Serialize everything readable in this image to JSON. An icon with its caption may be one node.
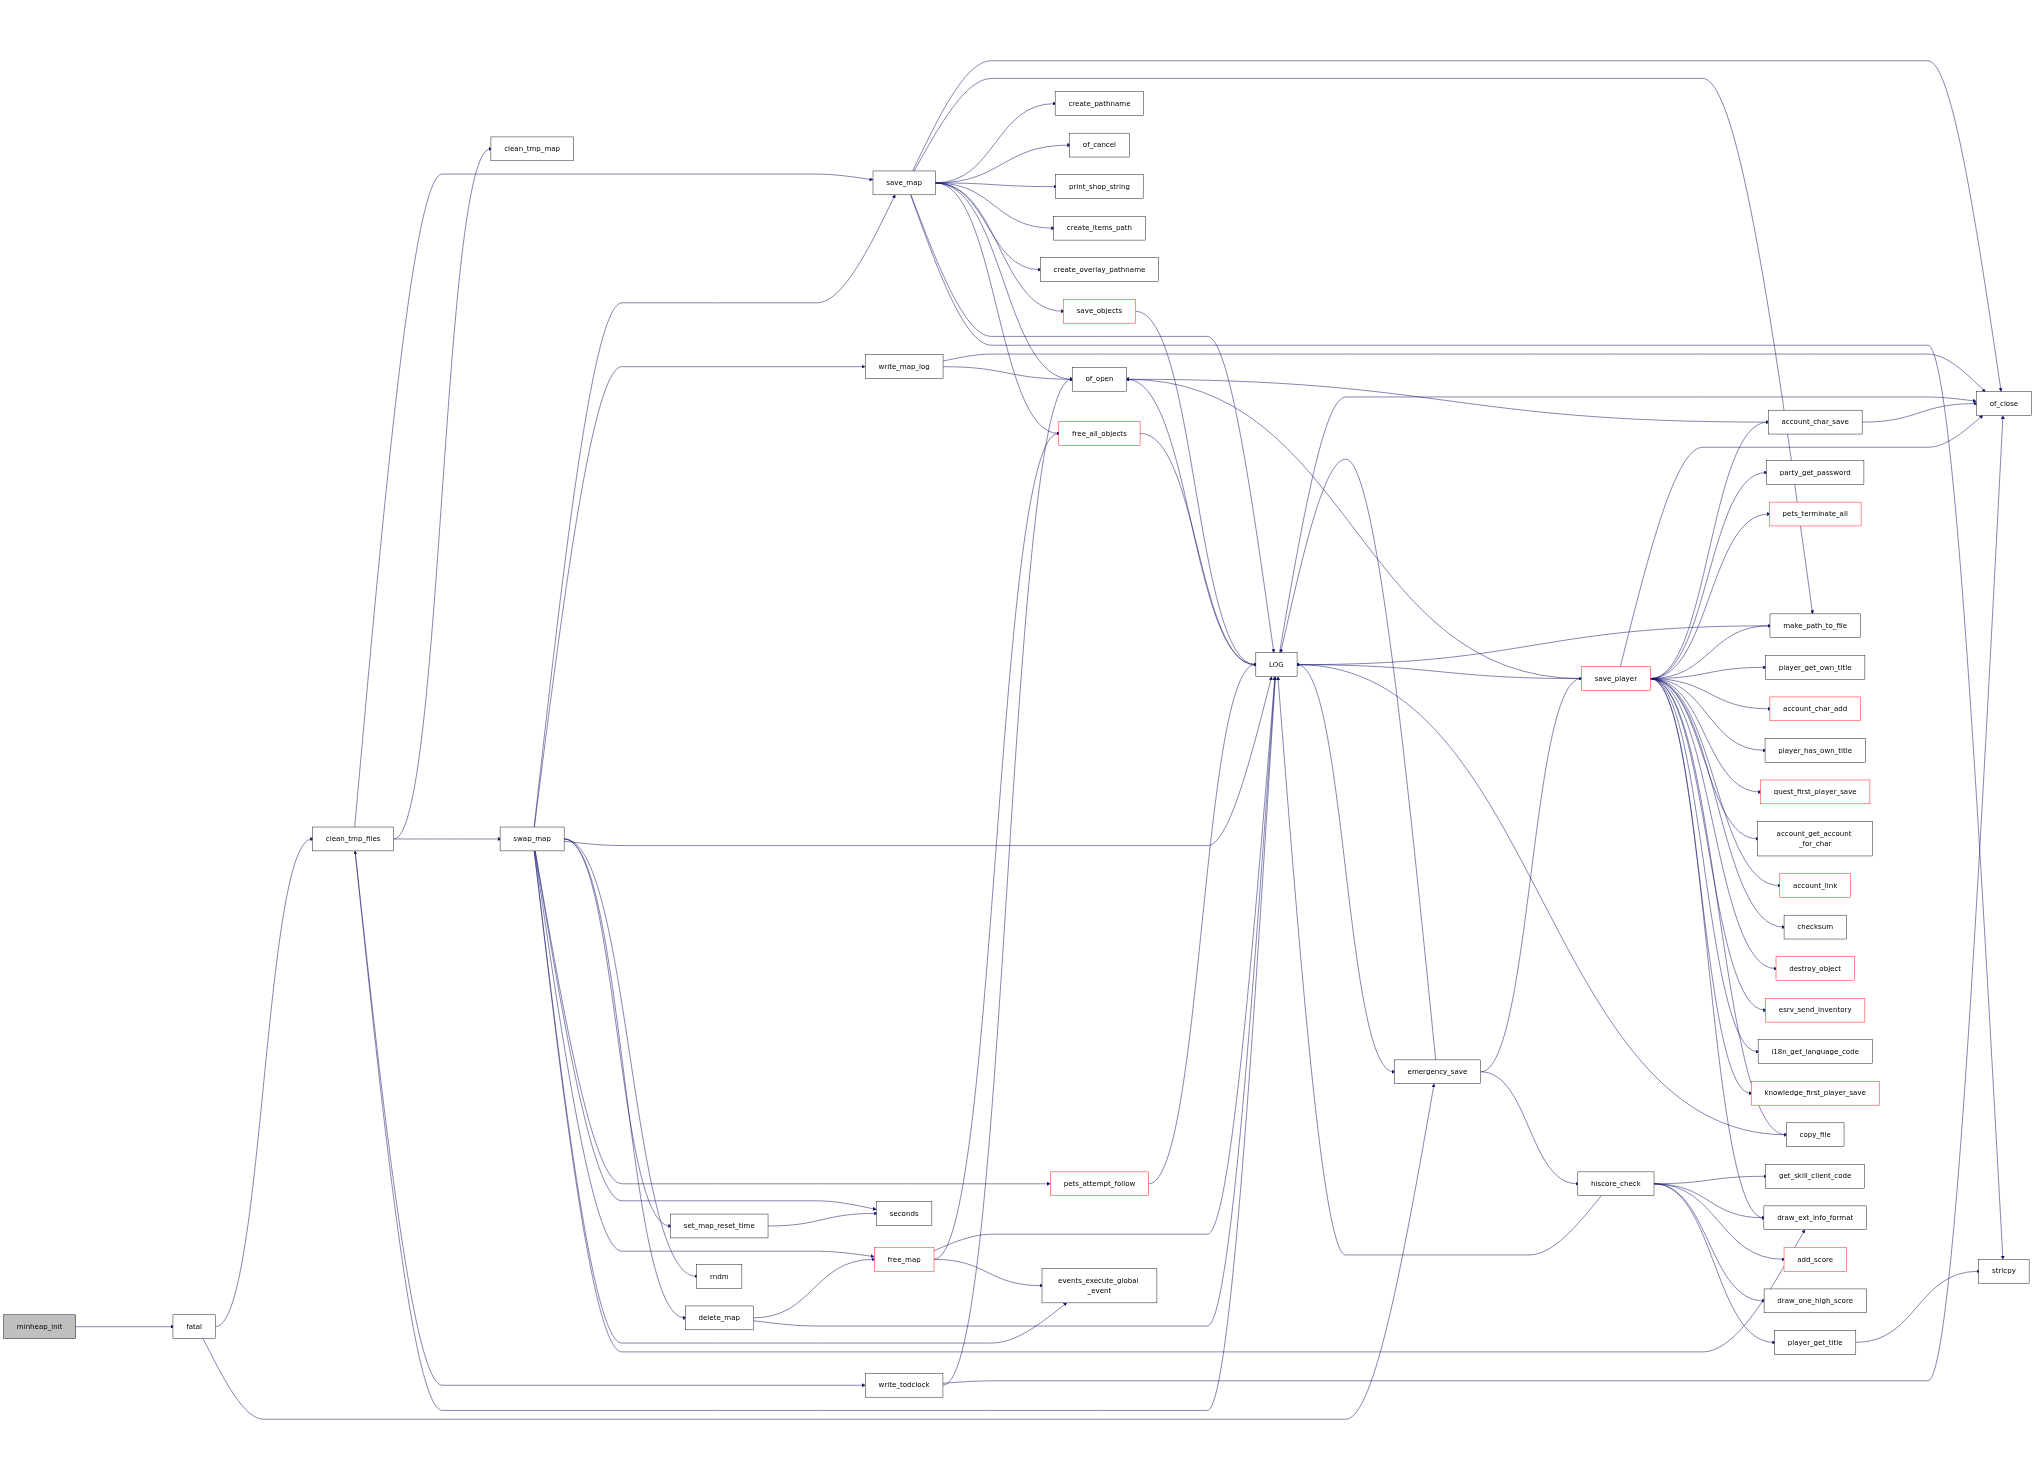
{
  "diagram": {
    "nodes": [
      {
        "text": [
          "minheap_init"
        ]
      },
      {
        "text": [
          "fatal"
        ]
      },
      {
        "text": [
          "clean_tmp_files"
        ]
      },
      {
        "text": [
          "clean_tmp_map"
        ]
      },
      {
        "text": [
          "swap_map"
        ]
      },
      {
        "text": [
          "save_map"
        ]
      },
      {
        "text": [
          "set_map_reset_time"
        ]
      },
      {
        "text": [
          "rndm"
        ]
      },
      {
        "text": [
          "delete_map"
        ]
      },
      {
        "text": [
          "pets_attempt_follow"
        ]
      },
      {
        "text": [
          "seconds"
        ]
      },
      {
        "text": [
          "free_map"
        ]
      },
      {
        "text": [
          "create_pathname"
        ]
      },
      {
        "text": [
          "of_cancel"
        ]
      },
      {
        "text": [
          "print_shop_string"
        ]
      },
      {
        "text": [
          "create_items_path"
        ]
      },
      {
        "text": [
          "create_overlay_pathname"
        ]
      },
      {
        "text": [
          "save_objects"
        ]
      },
      {
        "text": [
          "free_all_objects"
        ]
      },
      {
        "text": [
          "events_execute_global _event"
        ]
      },
      {
        "text": [
          "LOG"
        ]
      },
      {
        "text": [
          "emergency_save"
        ]
      },
      {
        "text": [
          "hiscore_check"
        ]
      },
      {
        "text": [
          "write_todclock"
        ]
      },
      {
        "text": [
          "write_map_log"
        ]
      },
      {
        "text": [
          "make_path_to_file"
        ]
      },
      {
        "text": [
          "save_player"
        ]
      },
      {
        "text": [
          "account_char_save"
        ]
      },
      {
        "text": [
          "party_get_password"
        ]
      },
      {
        "text": [
          "pets_terminate_all"
        ]
      },
      {
        "text": [
          "player_get_own_title"
        ]
      },
      {
        "text": [
          "account_char_add"
        ]
      },
      {
        "text": [
          "player_has_own_title"
        ]
      },
      {
        "text": [
          "quest_first_player_save"
        ]
      },
      {
        "text": [
          "account_get_account _for_char"
        ]
      },
      {
        "text": [
          "account_link"
        ]
      },
      {
        "text": [
          "checksum"
        ]
      },
      {
        "text": [
          "destroy_object"
        ]
      },
      {
        "text": [
          "esrv_send_inventory"
        ]
      },
      {
        "text": [
          "i18n_get_language_code"
        ]
      },
      {
        "text": [
          "knowledge_first_player_save"
        ]
      },
      {
        "text": [
          "copy_file"
        ]
      },
      {
        "text": [
          "draw_ext_info_format"
        ]
      },
      {
        "text": [
          "get_skill_client_code"
        ]
      },
      {
        "text": [
          "add_score"
        ]
      },
      {
        "text": [
          "draw_one_high_score"
        ]
      },
      {
        "text": [
          "player_get_title"
        ]
      },
      {
        "text": [
          "of_close"
        ]
      },
      {
        "text": [
          "of_open"
        ]
      },
      {
        "text": [
          "strlcpy"
        ]
      }
    ],
    "edges": [
      {
        "from": 0,
        "to": 1,
        "arrow": "to"
      },
      {
        "from": 1,
        "to": 2,
        "arrow": "to"
      },
      {
        "from": 1,
        "to": 21,
        "arrow": "to"
      },
      {
        "from": 2,
        "to": 3,
        "arrow": "to"
      },
      {
        "from": 2,
        "to": 5,
        "arrow": "to"
      },
      {
        "from": 2,
        "to": 4,
        "arrow": "to"
      },
      {
        "from": 2,
        "to": 23,
        "arrow": "to"
      },
      {
        "from": 4,
        "to": 5,
        "arrow": "to"
      },
      {
        "from": 4,
        "to": 24,
        "arrow": "to"
      },
      {
        "from": 4,
        "to": 20,
        "arrow": "to"
      },
      {
        "from": 4,
        "to": 9,
        "arrow": "to"
      },
      {
        "from": 4,
        "to": 10,
        "arrow": "to"
      },
      {
        "from": 4,
        "to": 6,
        "arrow": "to"
      },
      {
        "from": 4,
        "to": 11,
        "arrow": "to"
      },
      {
        "from": 4,
        "to": 7,
        "arrow": "to"
      },
      {
        "from": 4,
        "to": 8,
        "arrow": "to"
      },
      {
        "from": 4,
        "to": 19,
        "arrow": "to"
      },
      {
        "from": 4,
        "to": 42,
        "arrow": "to"
      },
      {
        "from": 5,
        "to": 47,
        "arrow": "to"
      },
      {
        "from": 5,
        "to": 48,
        "arrow": "to"
      },
      {
        "from": 5,
        "to": 25,
        "arrow": "to"
      },
      {
        "from": 5,
        "to": 12,
        "arrow": "to"
      },
      {
        "from": 5,
        "to": 13,
        "arrow": "to"
      },
      {
        "from": 5,
        "to": 14,
        "arrow": "to"
      },
      {
        "from": 5,
        "to": 15,
        "arrow": "to"
      },
      {
        "from": 5,
        "to": 16,
        "arrow": "to"
      },
      {
        "from": 5,
        "to": 17,
        "arrow": "to"
      },
      {
        "from": 5,
        "to": 18,
        "arrow": "to"
      },
      {
        "from": 5,
        "to": 20,
        "arrow": "to"
      },
      {
        "from": 5,
        "to": 49,
        "arrow": "to"
      },
      {
        "from": 6,
        "to": 10,
        "arrow": "to"
      },
      {
        "from": 8,
        "to": 11,
        "arrow": "to"
      },
      {
        "from": 8,
        "to": 20,
        "arrow": "to"
      },
      {
        "from": 9,
        "to": 20,
        "arrow": "to"
      },
      {
        "from": 11,
        "to": 18,
        "arrow": "to"
      },
      {
        "from": 11,
        "to": 20,
        "arrow": "to"
      },
      {
        "from": 11,
        "to": 19,
        "arrow": "to"
      },
      {
        "from": 17,
        "to": 20,
        "arrow": "to"
      },
      {
        "from": 18,
        "to": 20,
        "arrow": "to"
      },
      {
        "from": 20,
        "to": 2,
        "arrow": "to"
      },
      {
        "from": 20,
        "to": 47,
        "arrow": "to"
      },
      {
        "from": 20,
        "to": 21,
        "arrow": "to"
      },
      {
        "from": 21,
        "to": 20,
        "arrow": "to"
      },
      {
        "from": 21,
        "to": 26,
        "arrow": "to"
      },
      {
        "from": 21,
        "to": 22,
        "arrow": "to"
      },
      {
        "from": 22,
        "to": 20,
        "arrow": "to"
      },
      {
        "from": 22,
        "to": 42,
        "arrow": "to"
      },
      {
        "from": 22,
        "to": 43,
        "arrow": "to"
      },
      {
        "from": 22,
        "to": 44,
        "arrow": "to"
      },
      {
        "from": 22,
        "to": 45,
        "arrow": "to"
      },
      {
        "from": 22,
        "to": 46,
        "arrow": "to"
      },
      {
        "from": 23,
        "to": 47,
        "arrow": "to"
      },
      {
        "from": 23,
        "to": 48,
        "arrow": "to"
      },
      {
        "from": 24,
        "to": 47,
        "arrow": "to"
      },
      {
        "from": 24,
        "to": 48,
        "arrow": "to"
      },
      {
        "from": 25,
        "to": 20,
        "arrow": "to"
      },
      {
        "from": 26,
        "to": 20,
        "arrow": "to"
      },
      {
        "from": 26,
        "to": 25,
        "arrow": "to"
      },
      {
        "from": 26,
        "to": 47,
        "arrow": "to"
      },
      {
        "from": 26,
        "to": 48,
        "arrow": "to"
      },
      {
        "from": 26,
        "to": 27,
        "arrow": "to"
      },
      {
        "from": 26,
        "to": 28,
        "arrow": "to"
      },
      {
        "from": 26,
        "to": 29,
        "arrow": "to"
      },
      {
        "from": 26,
        "to": 30,
        "arrow": "to"
      },
      {
        "from": 26,
        "to": 31,
        "arrow": "to"
      },
      {
        "from": 26,
        "to": 32,
        "arrow": "to"
      },
      {
        "from": 26,
        "to": 33,
        "arrow": "to"
      },
      {
        "from": 26,
        "to": 34,
        "arrow": "to"
      },
      {
        "from": 26,
        "to": 35,
        "arrow": "to"
      },
      {
        "from": 26,
        "to": 36,
        "arrow": "to"
      },
      {
        "from": 26,
        "to": 37,
        "arrow": "to"
      },
      {
        "from": 26,
        "to": 38,
        "arrow": "to"
      },
      {
        "from": 26,
        "to": 39,
        "arrow": "to"
      },
      {
        "from": 26,
        "to": 40,
        "arrow": "to"
      },
      {
        "from": 26,
        "to": 41,
        "arrow": "to"
      },
      {
        "from": 26,
        "to": 42,
        "arrow": "to"
      },
      {
        "from": 27,
        "to": 47,
        "arrow": "to"
      },
      {
        "from": 27,
        "to": 48,
        "arrow": "to"
      },
      {
        "from": 41,
        "to": 20,
        "arrow": "to"
      },
      {
        "from": 46,
        "to": 49,
        "arrow": "to"
      },
      {
        "from": 48,
        "to": 20,
        "arrow": "to"
      }
    ]
  }
}
